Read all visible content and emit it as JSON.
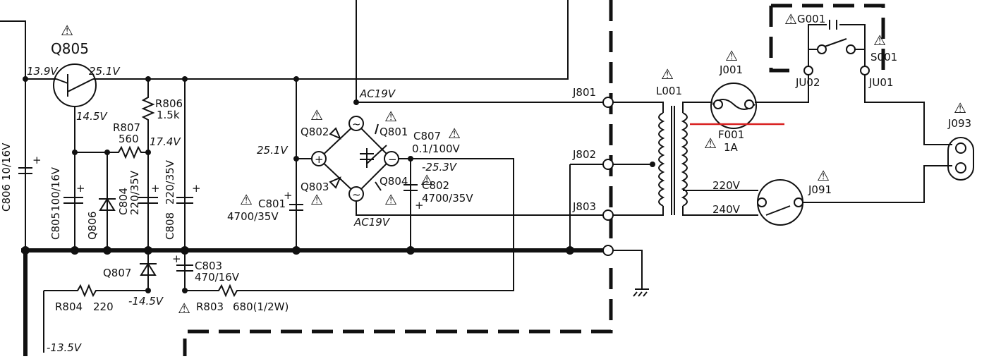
{
  "transistor": {
    "ref": "Q805",
    "v_in": "13.9V",
    "v_out": "25.1V",
    "v_base": "14.5V"
  },
  "resistors": {
    "r806": {
      "ref": "R806",
      "value": "1.5k"
    },
    "r807": {
      "ref": "R807",
      "value": "560"
    },
    "r804": {
      "ref": "R804",
      "value": "220"
    },
    "r803": {
      "ref": "R803",
      "value": "680(1/2W)"
    }
  },
  "voltages": {
    "v174": "17.4V",
    "v251_bridge": "25.1V",
    "ac_top": "AC19V",
    "ac_bottom": "AC19V",
    "neg253": "-25.3V",
    "neg145": "-14.5V",
    "neg135": "-13.5V"
  },
  "capacitors": {
    "c806": "C806 10/16V",
    "c805": "C805",
    "c805_val": "100/16V",
    "c804": "C804",
    "c804_val": "220/35V",
    "c808": "C808",
    "c808_val": "220/35V",
    "c803": "C803",
    "c803_val": "470/16V",
    "c801": "C801",
    "c801_val": "4700/35V",
    "c802": "C802",
    "c802_val": "4700/35V",
    "c807": "C807",
    "c807_val": "0.1/100V"
  },
  "diodes": {
    "q806": "Q806",
    "q807": "Q807",
    "q801": "Q801",
    "q802": "Q802",
    "q803": "Q803",
    "q804": "Q804"
  },
  "connectors": {
    "j801": "J801",
    "j802": "J802",
    "j803": "J803"
  },
  "transformer": {
    "ref": "L001"
  },
  "fuse": {
    "ref": "J001",
    "f_ref": "F001",
    "rating": "1A"
  },
  "switch": {
    "g001": "G001",
    "s001": "S001",
    "ju02": "JU02",
    "ju01": "JU01"
  },
  "selector": {
    "ref": "J091",
    "v220": "220V",
    "v240": "240V"
  },
  "inlet": {
    "ref": "J093"
  },
  "warning_symbol": "⚠",
  "colors": {
    "line": "#111111",
    "highlight": "#d82020"
  }
}
